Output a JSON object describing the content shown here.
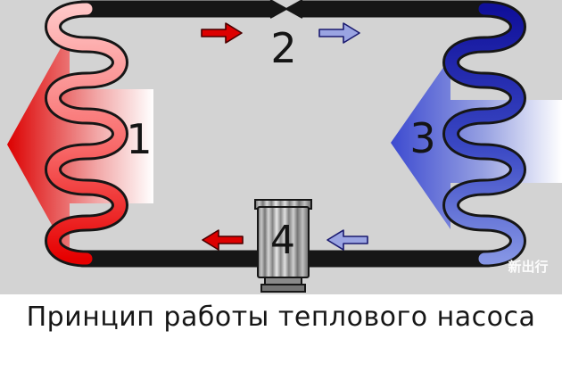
{
  "diagram": {
    "background_color": "#d3d3d3",
    "labels": {
      "condenser": "1",
      "expansion_valve": "2",
      "evaporator": "3",
      "compressor": "4"
    },
    "watermark": "新出行",
    "colors": {
      "hot": "#dd0000",
      "cold": "#1212a0",
      "hot_arrow_tip": "#dc0000",
      "cold_arrow_tip": "#3c4ad0",
      "background": "#d3d3d3"
    }
  },
  "caption": {
    "text": "Принцип работы теплового насоса"
  }
}
